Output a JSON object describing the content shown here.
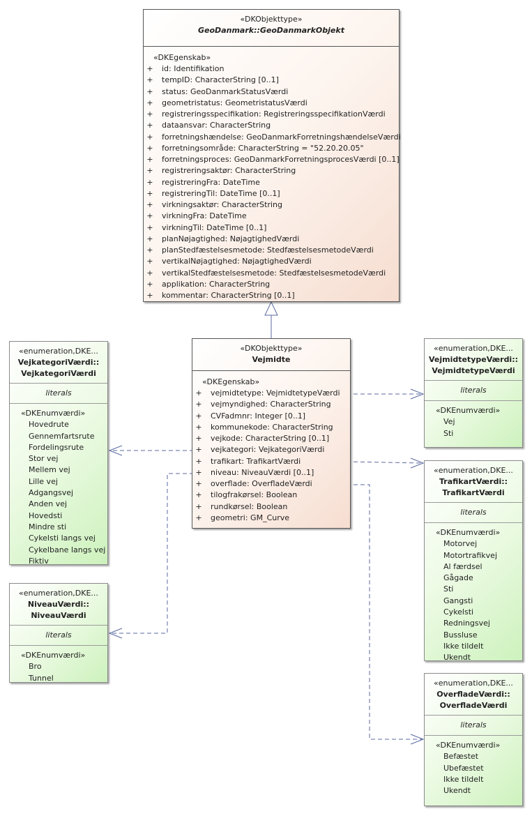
{
  "base_class": {
    "stereotype": "«DKObjekttype»",
    "name": "GeoDanmark::GeoDanmarkObjekt",
    "section": "«DKEgenskab»",
    "attributes": [
      "id: Identifikation",
      "tempID: CharacterString [0..1]",
      "status: GeoDanmarkStatusVærdi",
      "geometristatus: GeometristatusVærdi",
      "registreringsspecifikation: RegistreringsspecifikationVærdi",
      "dataansvar: CharacterString",
      "forretningshændelse: GeoDanmarkForretningshændelseVærdi",
      "forretningsområde: CharacterString = \"52.20.20.05\"",
      "forretningsproces: GeoDanmarkForretningsprocesVærdi [0..1]",
      "registreringsaktør: CharacterString",
      "registreringFra: DateTime",
      "registreringTil: DateTime [0..1]",
      "virkningsaktør: CharacterString",
      "virkningFra: DateTime",
      "virkningTil: DateTime [0..1]",
      "planNøjagtighed: NøjagtighedVærdi",
      "planStedfæstelsesmetode: StedfæstelsesmetodeVærdi",
      "vertikalNøjagtighed: NøjagtighedVærdi",
      "vertikalStedfæstelsesmetode: StedfæstelsesmetodeVærdi",
      "applikation: CharacterString",
      "kommentar: CharacterString [0..1]"
    ]
  },
  "main_class": {
    "stereotype": "«DKObjekttype»",
    "name": "Vejmidte",
    "section": "«DKEgenskab»",
    "attributes": [
      "vejmidtetype: VejmidtetypeVærdi",
      "vejmyndighed: CharacterString",
      "CVFadmnr: Integer [0..1]",
      "kommunekode: CharacterString",
      "vejkode: CharacterString [0..1]",
      "vejkategori: VejkategoriVærdi",
      "trafikart: TrafikartVærdi",
      "niveau: NiveauVærdi [0..1]",
      "overflade: OverfladeVærdi",
      "tilogfrakørsel: Boolean",
      "rundkørsel: Boolean",
      "geometri: GM_Curve"
    ]
  },
  "attr_prefix": "+",
  "enumerations": {
    "vejkategori": {
      "stereotype": "«enumeration,DKE...",
      "name_line1": "VejkategoriVærdi::",
      "name_line2": "VejkategoriVærdi",
      "literals_title": "literals",
      "section": "«DKEnumværdi»",
      "values": [
        "Hovedrute",
        "Gennemfartsrute",
        "Fordelingsrute",
        "Stor vej",
        "Mellem vej",
        "Lille vej",
        "Adgangsvej",
        "Anden vej",
        "Hovedsti",
        "Mindre sti",
        "Cykelsti langs vej",
        "Cykelbane langs vej",
        "Fiktiv"
      ]
    },
    "niveau": {
      "stereotype": "«enumeration,DKE...",
      "name_line1": "NiveauVærdi::",
      "name_line2": "NiveauVærdi",
      "literals_title": "literals",
      "section": "«DKEnumværdi»",
      "values": [
        "Bro",
        "Tunnel"
      ]
    },
    "vejmidtetype": {
      "stereotype": "«enumeration,DKE...",
      "name_line1": "VejmidtetypeVærdi::",
      "name_line2": "VejmidtetypeVærdi",
      "literals_title": "literals",
      "section": "«DKEnumværdi»",
      "values": [
        "Vej",
        "Sti"
      ]
    },
    "trafikart": {
      "stereotype": "«enumeration,DKE...",
      "name_line1": "TrafikartVærdi::",
      "name_line2": "TrafikartVærdi",
      "literals_title": "literals",
      "section": "«DKEnumværdi»",
      "values": [
        "Motorvej",
        "Motortrafikvej",
        "Al færdsel",
        "Gågade",
        "Sti",
        "Gangsti",
        "Cykelsti",
        "Redningsvej",
        "Bussluse",
        "Ikke tildelt",
        "Ukendt"
      ]
    },
    "overflade": {
      "stereotype": "«enumeration,DKE...",
      "name_line1": "OverfladeVærdi::",
      "name_line2": "OverfladeVærdi",
      "literals_title": "literals",
      "section": "«DKEnumværdi»",
      "values": [
        "Befæstet",
        "Ubefæstet",
        "Ikke tildelt",
        "Ukendt"
      ]
    }
  }
}
